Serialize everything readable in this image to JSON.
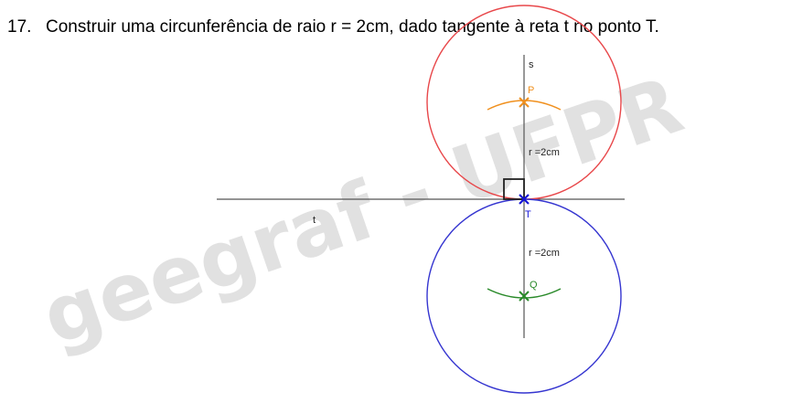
{
  "problem": {
    "number": "17.",
    "statement": "Construir uma circunferência de raio r = 2cm, dado tangente à reta t no ponto T."
  },
  "watermark": "geegraf - UFPR",
  "labels": {
    "line_t": "t",
    "line_s": "s",
    "point_T": "T",
    "point_P": "P",
    "point_Q": "Q",
    "radius_upper": "r =2cm",
    "radius_lower": "r =2cm"
  },
  "colors": {
    "upper_circle": "#e8474a",
    "lower_circle": "#3535d0",
    "point_P": "#f0901e",
    "point_Q": "#2a8a2a",
    "point_T": "#1515d8",
    "lines": "#555555",
    "watermark": "#dcdcdc"
  }
}
